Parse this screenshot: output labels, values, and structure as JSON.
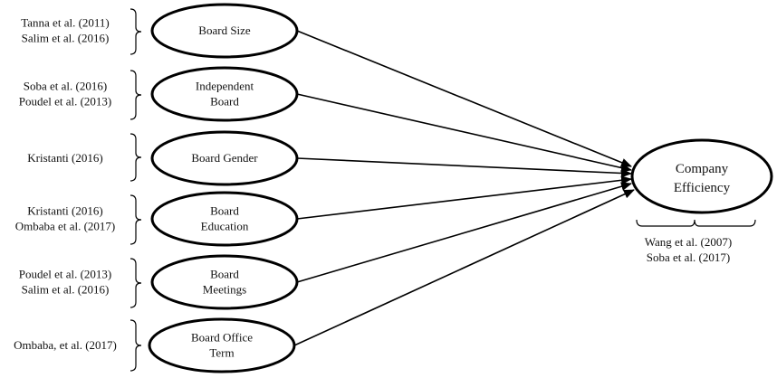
{
  "factors": [
    {
      "id": "board-size",
      "label_lines": [
        "Board Size"
      ],
      "citations": [
        "Tanna et al.  (2011)",
        "Salim et al. (2016)"
      ]
    },
    {
      "id": "independent-board",
      "label_lines": [
        "Independent",
        "Board"
      ],
      "citations": [
        "Soba et al. (2016)",
        "Poudel et al. (2013)"
      ]
    },
    {
      "id": "board-gender",
      "label_lines": [
        "Board Gender"
      ],
      "citations": [
        "Kristanti (2016)"
      ]
    },
    {
      "id": "board-education",
      "label_lines": [
        "Board",
        "Education"
      ],
      "citations": [
        "Kristanti (2016)",
        "Ombaba et al. (2017)"
      ]
    },
    {
      "id": "board-meetings",
      "label_lines": [
        "Board",
        "Meetings"
      ],
      "citations": [
        "Poudel et al. (2013)",
        "Salim et al. (2016)"
      ]
    },
    {
      "id": "board-office-term",
      "label_lines": [
        "Board Office",
        "Term"
      ],
      "citations": [
        "Ombaba, et al. (2017)"
      ]
    }
  ],
  "outcome": {
    "label_lines": [
      "Company",
      "Efficiency"
    ],
    "citations": [
      "Wang et al. (2007)",
      "Soba et al. (2017)"
    ]
  }
}
